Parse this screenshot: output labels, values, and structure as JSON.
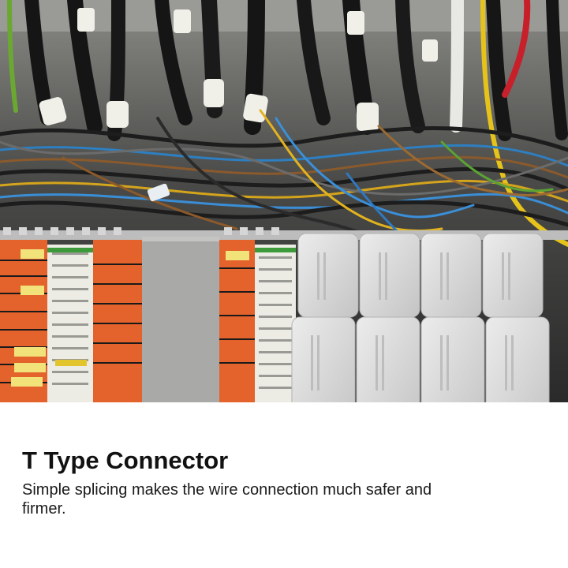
{
  "product": {
    "title": "T Type Connector",
    "description": "Simple splicing makes the wire connection much safer and firmer."
  },
  "photo": {
    "subject": "wiring-cabinet-with-connectors",
    "connector_count": 8,
    "colors": {
      "connector": "#dcdcdc",
      "panel_orange": "#e4622c",
      "cable_black": "#1a1a1a"
    }
  }
}
